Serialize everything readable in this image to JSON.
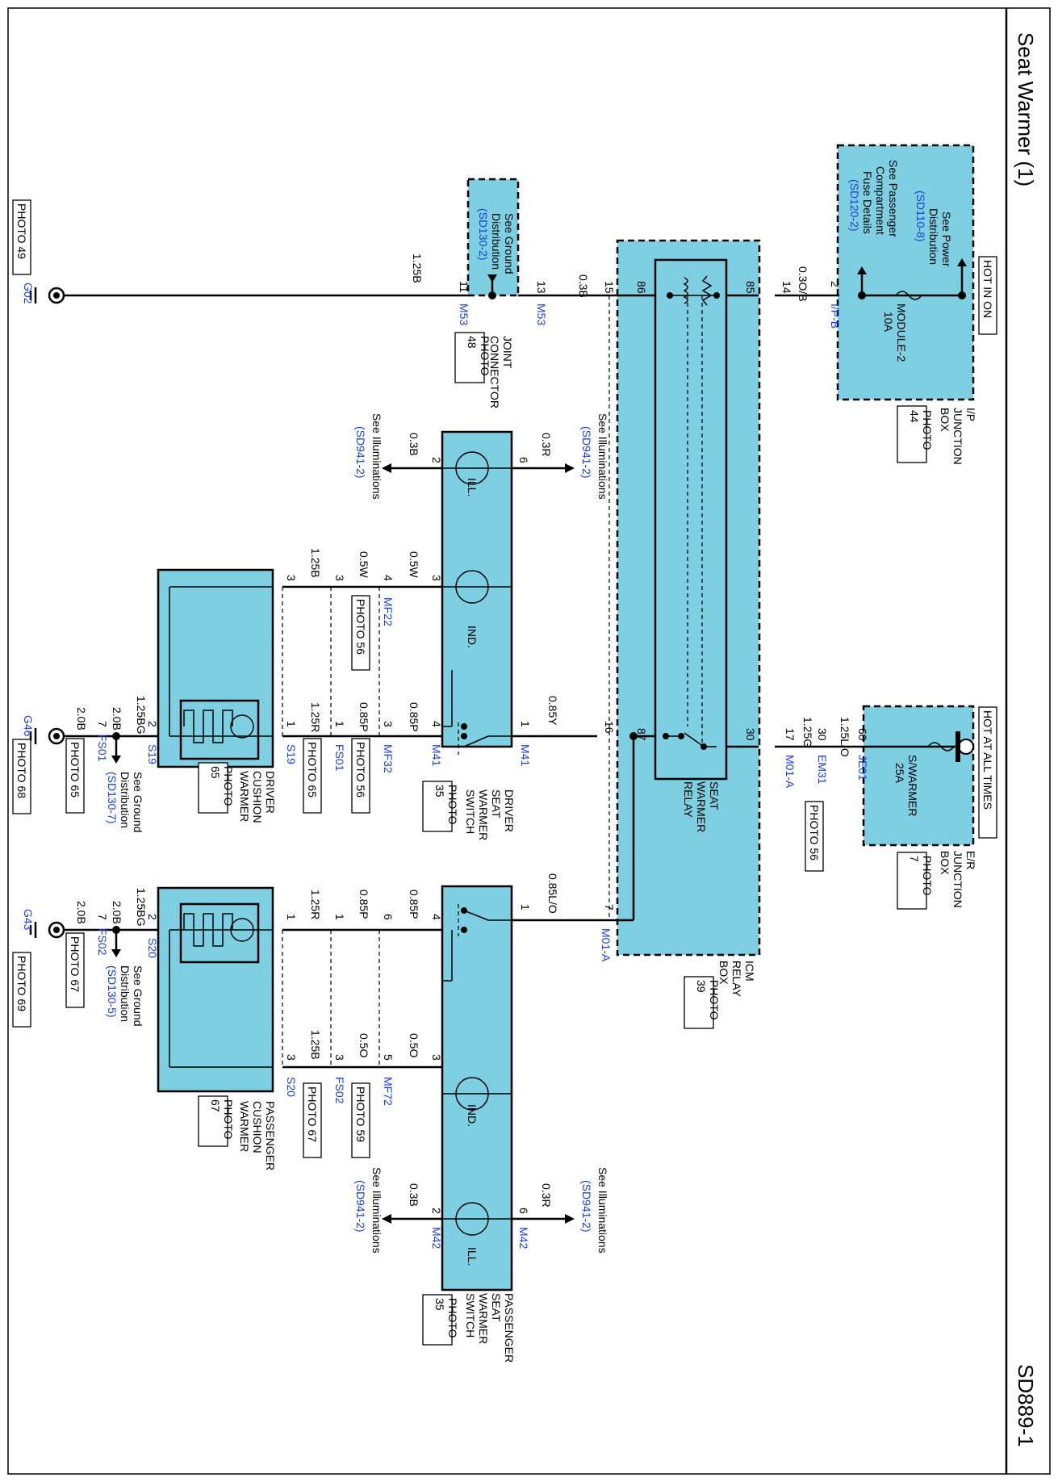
{
  "page": {
    "title": "Seat Warmer (1)",
    "code": "SD889-1"
  },
  "power": {
    "hot_in_on": "HOT IN ON",
    "hot_at_all_times": "HOT AT ALL TIMES",
    "see_power_1": "See Power",
    "see_power_2": "Distribution",
    "see_power_ref": "(SD110-8)",
    "see_pass_1": "See Passenger",
    "see_pass_2": "Compartment",
    "see_pass_3": "Fuse Details",
    "see_pass_ref": "(SD120-2)",
    "module_fuse": "MODULE-2",
    "module_amp": "10A",
    "ip_box": [
      "I/P",
      "JUNCTION",
      "BOX"
    ],
    "ip_photo": [
      "PHOTO",
      "44"
    ],
    "swarmer_fuse": "S/WARMER",
    "swarmer_amp": "25A",
    "er_box": [
      "E/R",
      "JUNCTION",
      "BOX"
    ],
    "er_photo": [
      "PHOTO",
      "7"
    ]
  },
  "relay": {
    "name": [
      "SEAT",
      "WARMER",
      "RELAY"
    ],
    "icm": [
      "ICM",
      "RELAY",
      "BOX"
    ],
    "icm_photo": [
      "PHOTO",
      "39"
    ],
    "pin85": "85",
    "pin86": "86",
    "pin87": "87",
    "pin30": "30"
  },
  "ground_top": {
    "see_1": "See Ground",
    "see_2": "Distribution",
    "ref": "(SD130-2)",
    "joint": [
      "JOINT",
      "CONNECTOR"
    ],
    "joint_photo": [
      "PHOTO",
      "48"
    ],
    "g02": "G02",
    "photo49": "PHOTO 49",
    "wire": "1.25B",
    "m53a": "M53",
    "m53b": "M53",
    "pin11": "11",
    "pin13": "13",
    "pin15": "15",
    "w15": "0.3B"
  },
  "wires": {
    "w14": "0.3O/B",
    "pin14": "14",
    "pin2": "2",
    "ipb": "I/P-B",
    "w60": "1.25L/O",
    "pin60": "60",
    "je01": "JE01",
    "w30": "1.25G",
    "pin30b": "30",
    "em31": "EM31",
    "photo56": "PHOTO 56",
    "pin17": "17",
    "m01a": "M01-A",
    "pin16": "16",
    "w16": "0.85Y",
    "pin7": "7",
    "m01a2": "M01-A",
    "w7": "0.85L/O"
  },
  "illum": {
    "see": "See Illuminations",
    "ref": "(SD941-2)",
    "w6": "0.3R",
    "w2": "0.3B",
    "pin6": "6",
    "pin2": "2",
    "ill": "ILL."
  },
  "driver": {
    "switch": [
      "DRIVER",
      "SEAT",
      "WARMER",
      "SWITCH"
    ],
    "switch_photo": [
      "PHOTO",
      "35"
    ],
    "warmer": [
      "DRIVER",
      "CUSHION",
      "WARMER"
    ],
    "warmer_photo": [
      "PHOTO",
      "65"
    ],
    "ind": "IND.",
    "m41": "M41",
    "m41b": "M41",
    "mf22": "MF22",
    "mf22_photo": "PHOTO 56",
    "mf32": "MF32",
    "mf32_photo": "PHOTO 56",
    "fs01": "FS01",
    "fs01_photo": "PHOTO 65",
    "s19": "S19",
    "s19b": "S19",
    "fs01b": "FS01",
    "fs01b_photo": "PHOTO 65",
    "g46": "G46",
    "g46_photo": "PHOTO 68",
    "gnd_see": "See Ground",
    "gnd_dist": "Distribution",
    "gnd_ref": "(SD130-7)",
    "w_05w_a": "0.5W",
    "w_05w_b": "0.5W",
    "w_125b": "1.25B",
    "w_085p_a": "0.85P",
    "w_085p_b": "0.85P",
    "w_125r": "1.25R",
    "w_125bg": "1.25BG",
    "w_20b_a": "2.0B",
    "w_20b_b": "2.0B",
    "p3": "3",
    "p4": "4",
    "p3b": "3",
    "p3c": "3",
    "p1": "1",
    "p1b": "1",
    "p3d": "3",
    "p4b": "4",
    "p1c": "1",
    "p2": "2",
    "p7": "7"
  },
  "passenger": {
    "switch": [
      "PASSENGER",
      "SEAT",
      "WARMER",
      "SWITCH"
    ],
    "switch_photo": [
      "PHOTO",
      "35"
    ],
    "warmer": [
      "PASSENGER",
      "CUSHION",
      "WARMER"
    ],
    "warmer_photo": [
      "PHOTO",
      "67"
    ],
    "ind": "IND.",
    "m42": "M42",
    "m42b": "M42",
    "mf72": "MF72",
    "mf72_photo": "PHOTO 59",
    "fs02": "FS02",
    "fs02_photo": "PHOTO 67",
    "s20": "S20",
    "s20b": "S20",
    "fs02b": "FS02",
    "fs02b_photo": "PHOTO 67",
    "g43": "G43",
    "g43_photo": "PHOTO 69",
    "gnd_see": "See Ground",
    "gnd_dist": "Distribution",
    "gnd_ref": "(SD130-5)",
    "w_05o_a": "0.5O",
    "w_05o_b": "0.5O",
    "w_125b": "1.25B",
    "w_085p_a": "0.85P",
    "w_085p_b": "0.85P",
    "w_125r": "1.25R",
    "w_125bg": "1.25BG",
    "w_20b_a": "2.0B",
    "w_20b_b": "2.0B",
    "p1": "1",
    "p4": "4",
    "p6": "6",
    "p1b": "1",
    "p1c": "1",
    "p3": "3",
    "p5": "5",
    "p3b": "3",
    "p3c": "3",
    "p2": "2",
    "p7": "7"
  },
  "colors": {
    "component_fill": "#7ecfe1",
    "ref_blue": "#1a3fd6"
  }
}
